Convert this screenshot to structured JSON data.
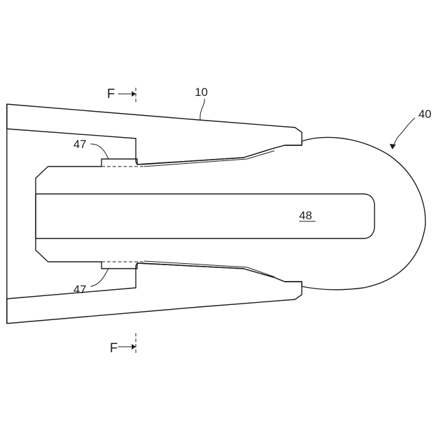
{
  "labels": {
    "ref_10": "10",
    "ref_40": "40",
    "ref_47_top": "47",
    "ref_47_bottom": "47",
    "ref_48": "48",
    "section_top": "F",
    "section_bottom": "F"
  }
}
